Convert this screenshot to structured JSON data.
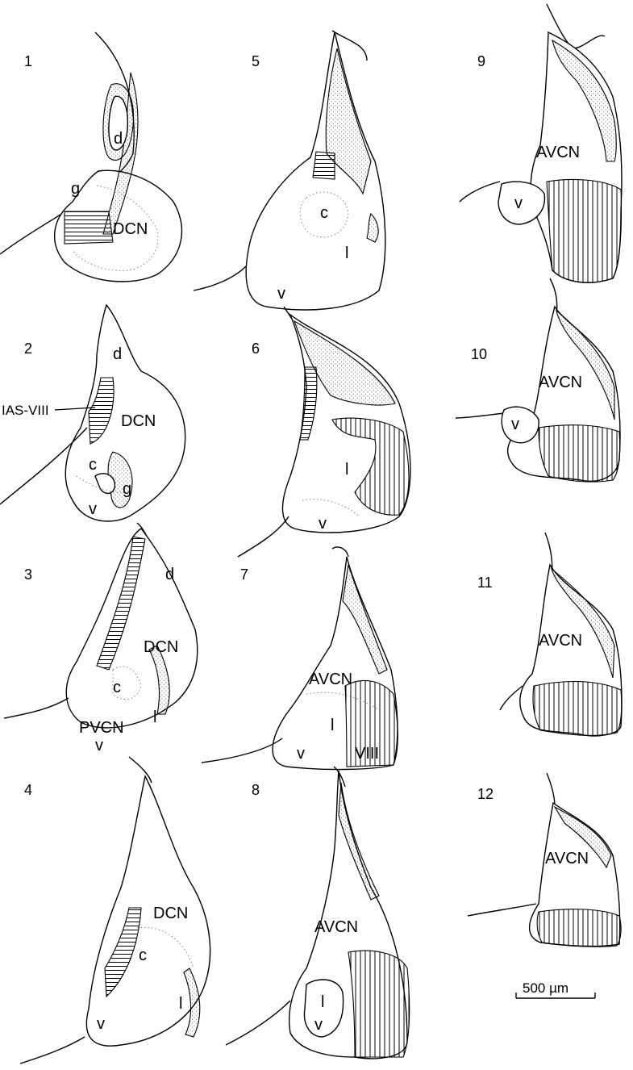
{
  "figure": {
    "panels": [
      {
        "number": "1",
        "labels": {
          "d": "d",
          "g": "g",
          "main": "DCN"
        }
      },
      {
        "number": "2",
        "labels": {
          "d": "d",
          "main": "DCN",
          "c": "c",
          "g": "g",
          "v": "v",
          "pointer": "IAS-VIII"
        }
      },
      {
        "number": "3",
        "labels": {
          "d": "d",
          "main": "DCN",
          "c": "c",
          "l": "l",
          "v": "v",
          "pvcn": "PVCN"
        }
      },
      {
        "number": "4",
        "labels": {
          "main": "DCN",
          "c": "c",
          "l": "l",
          "v": "v"
        }
      },
      {
        "number": "5",
        "labels": {
          "c": "c",
          "l": "l",
          "v": "v"
        }
      },
      {
        "number": "6",
        "labels": {
          "l": "l",
          "v": "v"
        }
      },
      {
        "number": "7",
        "labels": {
          "main": "AVCN",
          "l": "l",
          "v": "v",
          "viii": "VIII"
        }
      },
      {
        "number": "8",
        "labels": {
          "main": "AVCN",
          "l": "l",
          "v": "v"
        }
      },
      {
        "number": "9",
        "labels": {
          "main": "AVCN",
          "v": "v"
        }
      },
      {
        "number": "10",
        "labels": {
          "main": "AVCN",
          "v": "v"
        }
      },
      {
        "number": "11",
        "labels": {
          "main": "AVCN"
        }
      },
      {
        "number": "12",
        "labels": {
          "main": "AVCN"
        }
      }
    ],
    "scale_bar": {
      "label": "500 µm"
    }
  }
}
